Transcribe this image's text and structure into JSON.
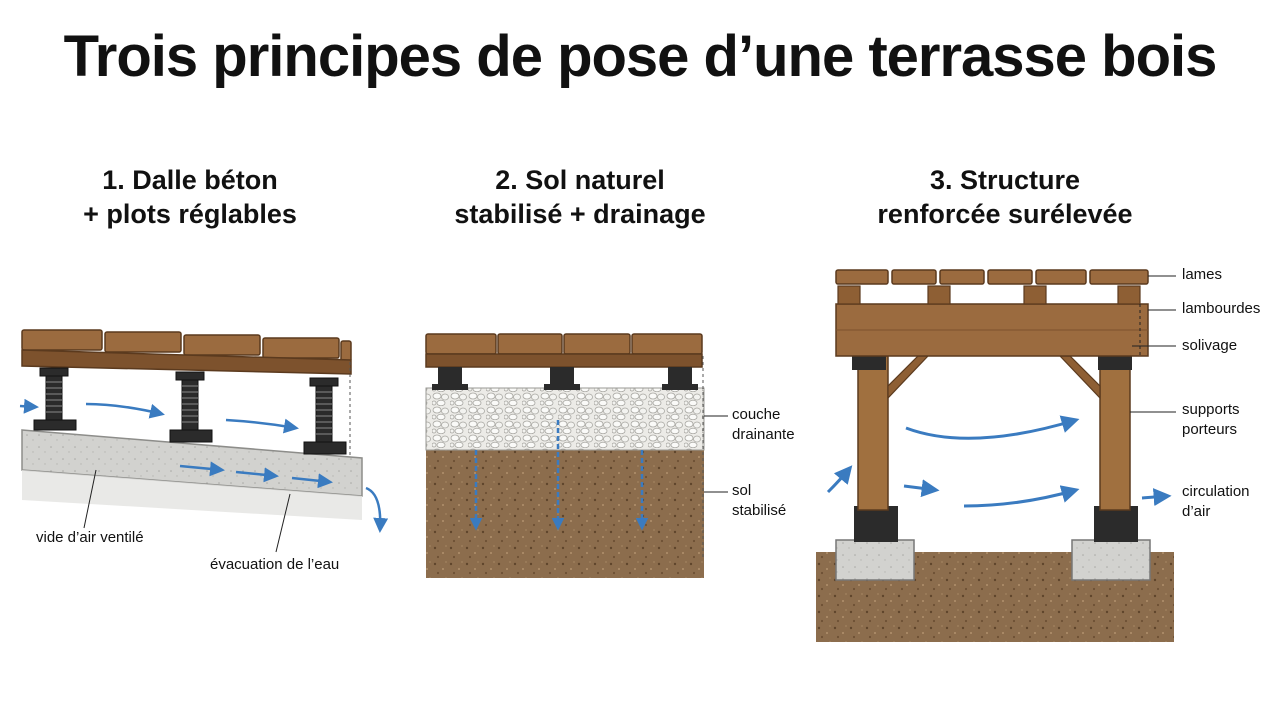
{
  "title": "Trois principes de pose d’une terrasse bois",
  "panels": [
    {
      "heading_line1": "1. Dalle béton",
      "heading_line2": "+ plots réglables",
      "labels": {
        "air_gap": "vide d’air ventilé",
        "water_drain": "évacuation de l’eau"
      }
    },
    {
      "heading_line1": "2. Sol naturel",
      "heading_line2": "stabilisé + drainage",
      "labels": {
        "drain_line1": "couche",
        "drain_line2": "drainante",
        "soil_line1": "sol",
        "soil_line2": "stabilisé"
      }
    },
    {
      "heading_line1": "3. Structure",
      "heading_line2": "renforcée surélevée",
      "labels": {
        "boards": "lames",
        "joists": "lambourdes",
        "beams": "solivage",
        "posts_line1": "supports",
        "posts_line2": "porteurs",
        "air_line1": "circulation",
        "air_line2": "d’air"
      }
    }
  ],
  "colors": {
    "wood": "#9b6b3f",
    "wood_dark": "#6e4524",
    "concrete": "#cfcfcd",
    "gravel": "#e9e9e6",
    "soil": "#8a6a4a",
    "metal": "#2b2b2b",
    "arrow": "#3a7bc0"
  }
}
